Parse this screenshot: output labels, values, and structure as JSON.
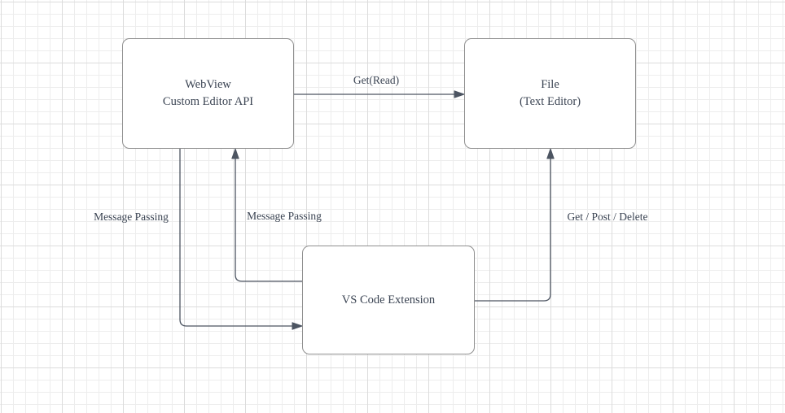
{
  "colors": {
    "canvas-bg": "#ffffff",
    "grid-minor": "#ededed",
    "grid-major": "#dcdcdc",
    "node-fill": "#ffffff",
    "node-border": "#8f8f8f",
    "edge-stroke": "#4d5562",
    "text": "#3b4453"
  },
  "nodes": {
    "webview": {
      "lines": [
        "WebView",
        "Custom Editor API"
      ]
    },
    "file": {
      "lines": [
        "File",
        "(Text Editor)"
      ]
    },
    "extension": {
      "lines": [
        "VS Code Extension"
      ]
    }
  },
  "edges": {
    "get_read": {
      "label": "Get(Read)",
      "from": "webview",
      "to": "file"
    },
    "message_passing_down": {
      "label": "Message Passing",
      "from": "webview",
      "to": "extension"
    },
    "message_passing_up": {
      "label": "Message Passing",
      "from": "extension",
      "to": "webview"
    },
    "get_post_delete": {
      "label": "Get / Post / Delete",
      "from": "extension",
      "to": "file"
    }
  }
}
